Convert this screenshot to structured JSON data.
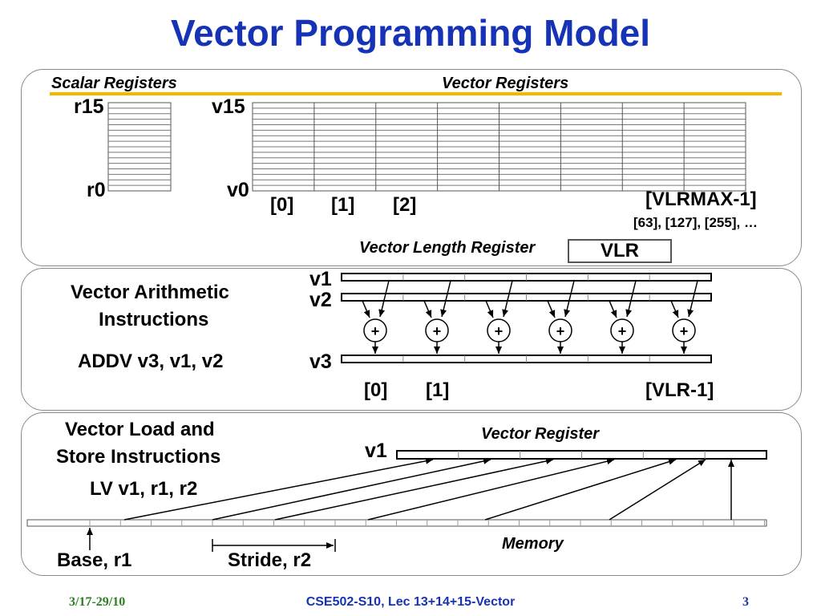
{
  "title": "Vector Programming Model",
  "registers_panel": {
    "scalar_heading": "Scalar Registers",
    "vector_heading": "Vector Registers",
    "scalar_top": "r15",
    "scalar_bottom": "r0",
    "vector_top": "v15",
    "vector_bottom": "v0",
    "element_labels": [
      "[0]",
      "[1]",
      "[2]",
      "[VLRMAX-1]"
    ],
    "vlrmax_values": "[63], [127], [255], …",
    "vlr_caption": "Vector Length Register",
    "vlr_box": "VLR"
  },
  "arith_panel": {
    "heading_line1": "Vector Arithmetic",
    "heading_line2": "Instructions",
    "instruction": "ADDV v3, v1, v2",
    "src1": "v1",
    "src2": "v2",
    "dest": "v3",
    "op_symbol": "+",
    "element_labels": [
      "[0]",
      "[1]",
      "[VLR-1]"
    ]
  },
  "loadstore_panel": {
    "heading_line1": "Vector Load and",
    "heading_line2": "Store Instructions",
    "instruction": "LV v1, r1, r2",
    "vector_register_caption": "Vector Register",
    "reg_name": "v1",
    "memory_caption": "Memory",
    "base_label": "Base, r1",
    "stride_label": "Stride, r2"
  },
  "footer": {
    "date": "3/17-29/10",
    "course": "CSE502-S10, Lec 13+14+15-Vector",
    "page": "3"
  },
  "colors": {
    "title": "#1733b5",
    "accent_line": "#f2b800",
    "date": "#2a7f20"
  }
}
